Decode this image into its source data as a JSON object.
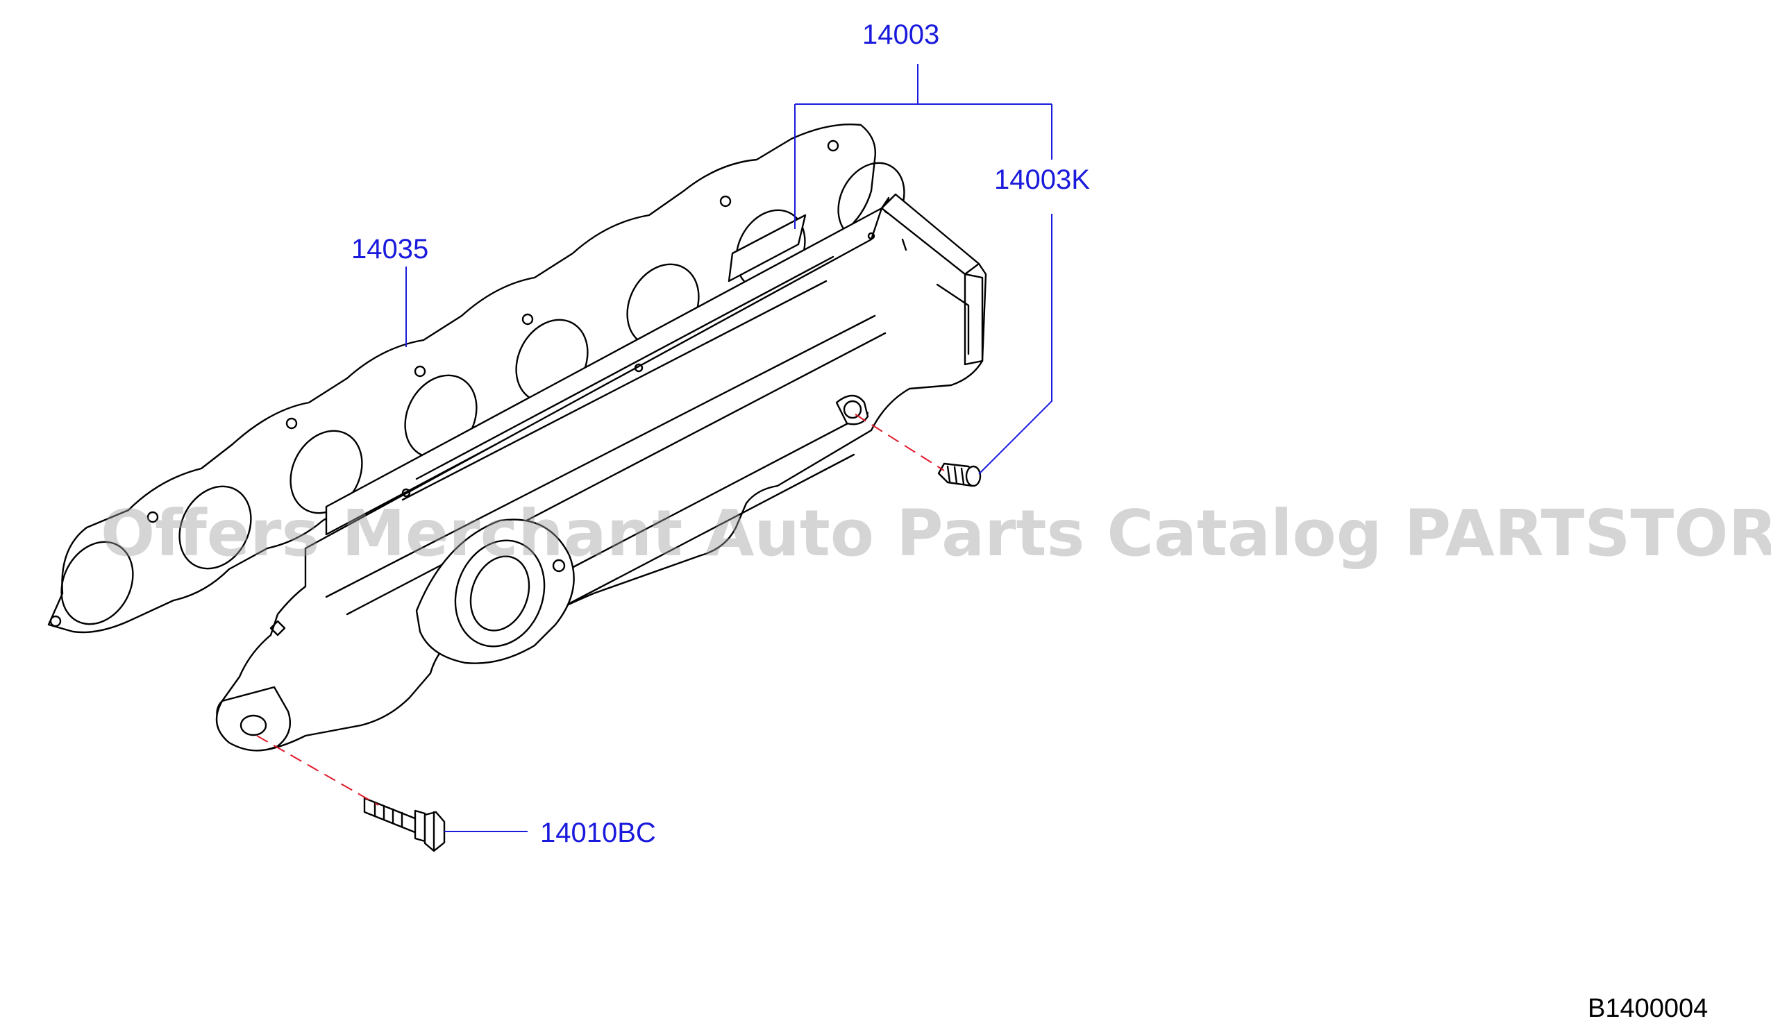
{
  "callouts": {
    "manifold": "14003",
    "stud": "14003K",
    "gasket": "14035",
    "bolt": "14010BC"
  },
  "figure_ref": "B1400004",
  "watermark": "Offers Merchant Auto Parts Catalog PARTSTORE.SA",
  "colors": {
    "callout": "#1a1adc",
    "dashed_guide": "#e0182a",
    "watermark": "#9a9a9a"
  }
}
